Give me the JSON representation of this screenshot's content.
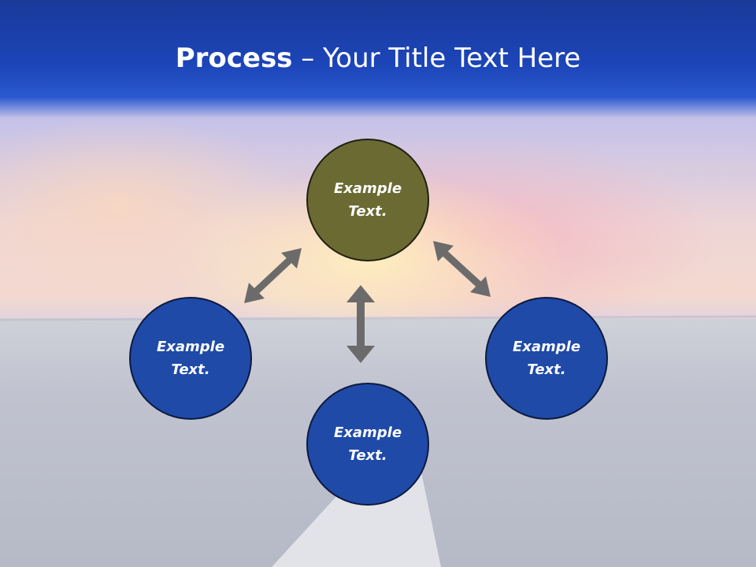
{
  "title": {
    "bold": "Process",
    "rest": " – Your Title Text Here"
  },
  "nodes": {
    "top": {
      "line1": "Example",
      "line2": "Text."
    },
    "left": {
      "line1": "Example",
      "line2": "Text."
    },
    "right": {
      "line1": "Example",
      "line2": "Text."
    },
    "bottom": {
      "line1": "Example",
      "line2": "Text."
    }
  },
  "colors": {
    "header": "#1c45b8",
    "node_blue": "#1f4aa8",
    "node_olive": "#6b6a33",
    "arrow": "#6b6b6b"
  }
}
